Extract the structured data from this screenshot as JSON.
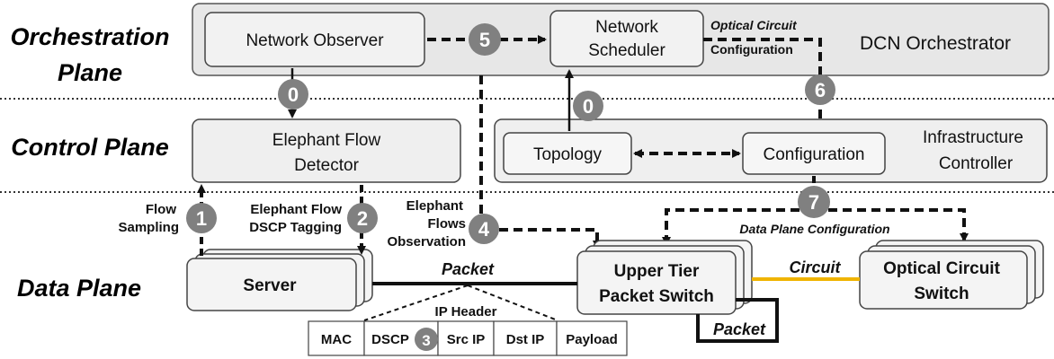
{
  "planes": {
    "orchestration": [
      "Orchestration",
      "Plane"
    ],
    "control": "Control Plane",
    "data": "Data Plane"
  },
  "boxes": {
    "dcn_orchestrator": "DCN Orchestrator",
    "network_observer": "Network Observer",
    "network_scheduler": [
      "Network",
      "Scheduler"
    ],
    "elephant_flow_detector": [
      "Elephant Flow",
      "Detector"
    ],
    "topology": "Topology",
    "configuration": "Configuration",
    "infrastructure_controller": [
      "Infrastructure",
      "Controller"
    ],
    "server": "Server",
    "upper_tier_switch": [
      "Upper Tier",
      "Packet Switch"
    ],
    "optical_circuit_switch": [
      "Optical Circuit",
      "Switch"
    ]
  },
  "labels": {
    "optical_circuit_config": [
      "Optical Circuit",
      "Configuration"
    ],
    "flow_sampling": [
      "Flow",
      "Sampling"
    ],
    "elephant_flow_dscp_tagging": [
      "Elephant Flow",
      "DSCP Tagging"
    ],
    "elephant_flows_observation": [
      "Elephant",
      "Flows",
      "Observation"
    ],
    "data_plane_configuration": "Data Plane Configuration",
    "packet_top": "Packet",
    "packet_bottom": "Packet",
    "circuit": "Circuit",
    "ip_header": "IP Header"
  },
  "steps": [
    "5",
    "0",
    "6",
    "0",
    "7",
    "1",
    "2",
    "4",
    "3"
  ],
  "ip_header_fields": [
    "MAC",
    "DSCP",
    "Src IP",
    "Dst IP",
    "Payload"
  ],
  "colors": {
    "box_fill": "#efefef",
    "marker": "#808080",
    "circuit_link": "#f0b400"
  }
}
